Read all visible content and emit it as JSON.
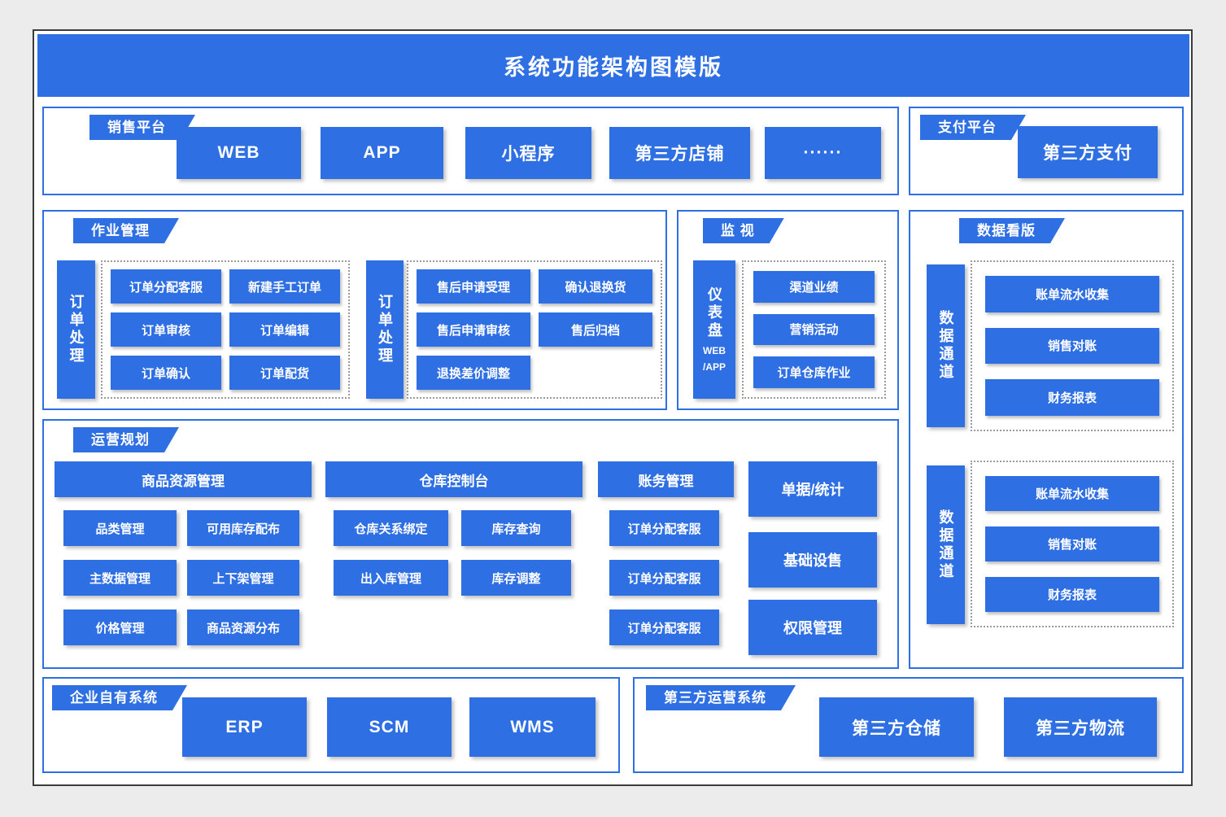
{
  "title": "系统功能架构图模版",
  "colors": {
    "accent": "#2f6fe4",
    "frame_border": "#3c3c3c",
    "dashed": "#9a9a9a"
  },
  "sales": {
    "label": "销售平台",
    "items": [
      "WEB",
      "APP",
      "小程序",
      "第三方店铺",
      "······"
    ]
  },
  "payment": {
    "label": "支付平台",
    "item": "第三方支付"
  },
  "work": {
    "label": "作业管理",
    "bar1": "订单处理",
    "group1": [
      "订单分配客服",
      "新建手工订单",
      "订单审核",
      "订单编辑",
      "订单确认",
      "订单配货"
    ],
    "bar2": "订单处理",
    "group2": [
      "售后申请受理",
      "确认退换货",
      "售后申请审核",
      "售后归档",
      "退换差价调整"
    ]
  },
  "monitor": {
    "label": "监 视",
    "bar": "仪表盘",
    "bar_sub1": "WEB",
    "bar_sub2": "/APP",
    "items": [
      "渠道业绩",
      "营销活动",
      "订单仓库作业"
    ]
  },
  "board": {
    "label": "数据看版",
    "bar1": "数据通道",
    "group1": [
      "账单流水收集",
      "销售对账",
      "财务报表"
    ],
    "bar2": "数据通道",
    "group2": [
      "账单流水收集",
      "销售对账",
      "财务报表"
    ]
  },
  "planning": {
    "label": "运营规划",
    "h1": "商品资源管理",
    "h2": "仓库控制台",
    "h3": "账务管理",
    "col1": [
      "品类管理",
      "可用库存配布",
      "主数据管理",
      "上下架管理",
      "价格管理",
      "商品资源分布"
    ],
    "col2": [
      "仓库关系绑定",
      "库存查询",
      "出入库管理",
      "库存调整"
    ],
    "col3": [
      "订单分配客服",
      "订单分配客服",
      "订单分配客服"
    ],
    "col4": [
      "单据/统计",
      "基础设售",
      "权限管理"
    ]
  },
  "own": {
    "label": "企业自有系统",
    "items": [
      "ERP",
      "SCM",
      "WMS"
    ]
  },
  "third": {
    "label": "第三方运营系统",
    "items": [
      "第三方仓储",
      "第三方物流"
    ]
  }
}
